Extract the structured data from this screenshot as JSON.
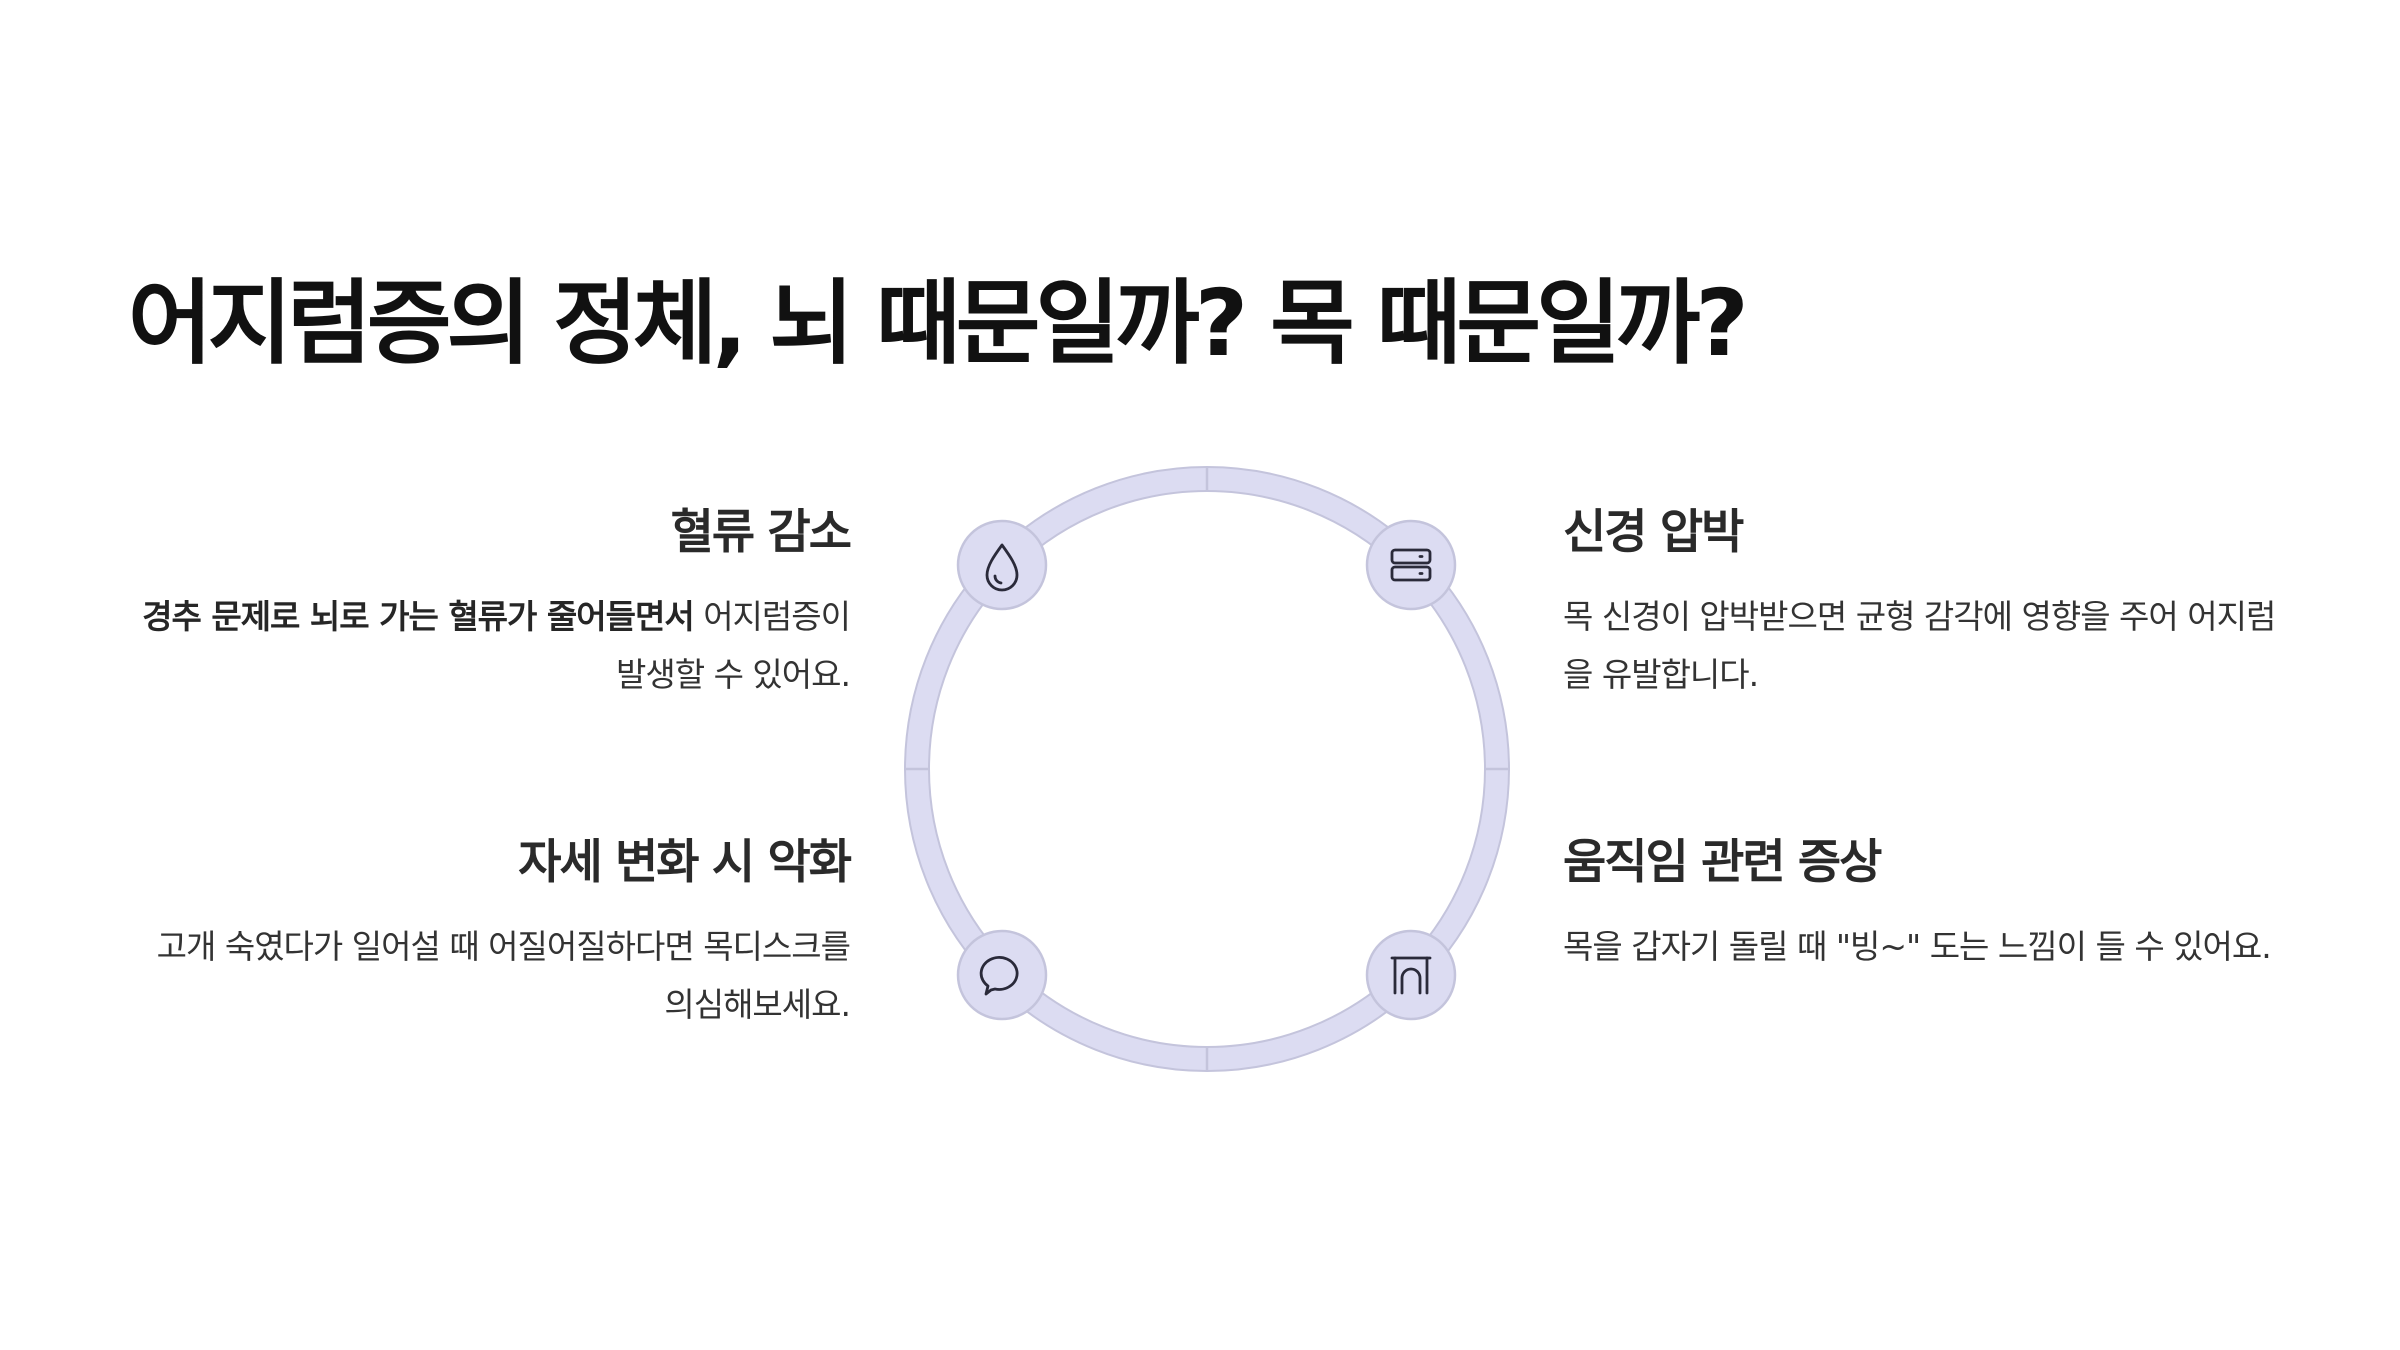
{
  "title": "어지럼증의 정체, 뇌 때문일까? 목 때문일까?",
  "colors": {
    "ring_fill": "#dcdcf2",
    "ring_stroke": "#c4c4dc",
    "node_fill": "#dcdcf2",
    "icon_stroke": "#2a2a3a",
    "heading": "#2a2a2a",
    "body": "#333333"
  },
  "items": [
    {
      "position": "top-left",
      "heading": "혈류 감소",
      "body_bold": "경추 문제로 뇌로 가는 혈류가 줄어들면서",
      "body_rest": " 어지럼증이 발생할 수 있어요.",
      "icon": "droplet-icon"
    },
    {
      "position": "top-right",
      "heading": "신경 압박",
      "body_bold": "",
      "body_rest": "목 신경이 압박받으면 균형 감각에 영향을 주어 어지럼을 유발합니다.",
      "icon": "server-icon"
    },
    {
      "position": "bottom-left",
      "heading": "자세 변화 시 악화",
      "body_bold": "",
      "body_rest": "고개 숙였다가 일어설 때 어질어질하다면 목디스크를 의심해보세요.",
      "icon": "chat-bubble-icon"
    },
    {
      "position": "bottom-right",
      "heading": "움직임 관련 증상",
      "body_bold": "",
      "body_rest": "목을 갑자기 돌릴 때 \"빙~\" 도는 느낌이 들 수 있어요.",
      "icon": "archway-icon"
    }
  ]
}
